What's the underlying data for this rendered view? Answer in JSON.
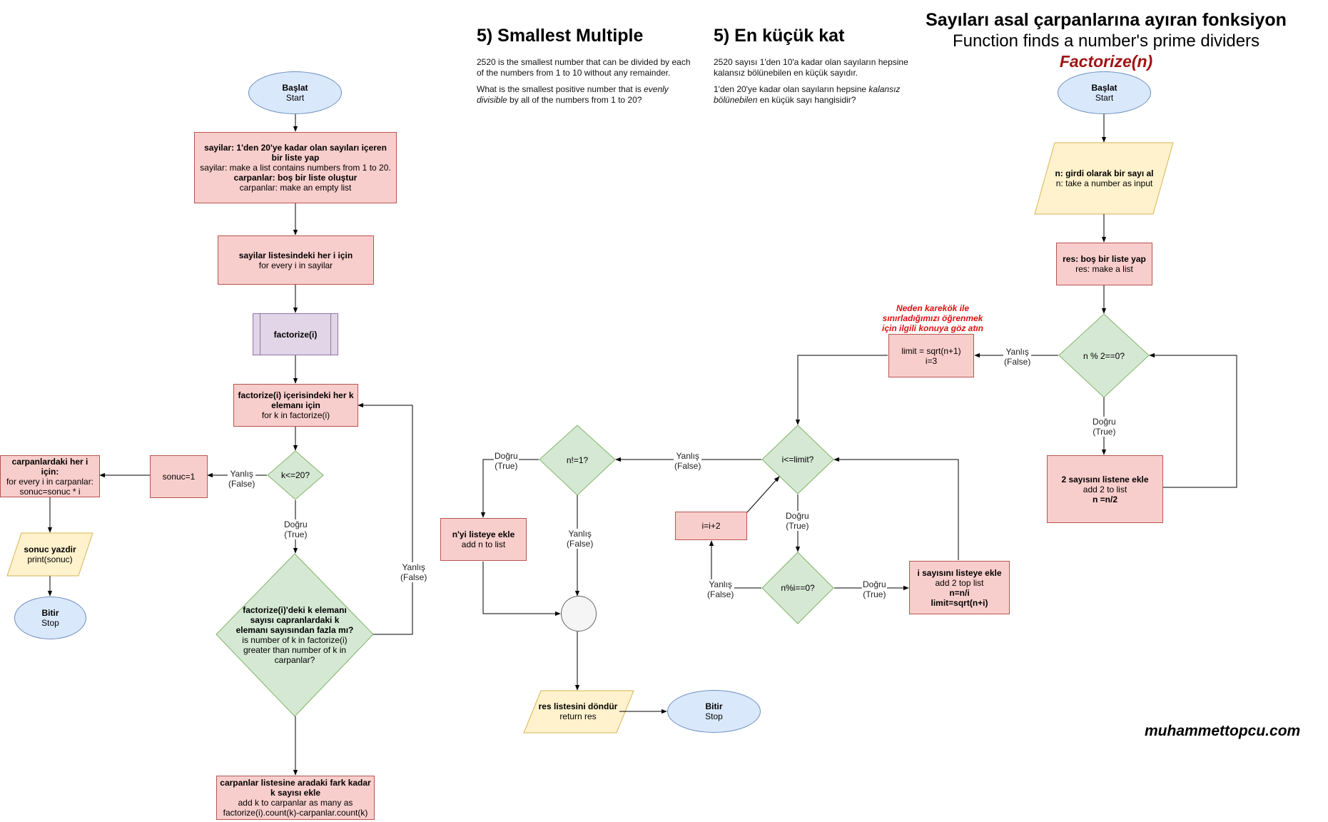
{
  "page": {
    "title_en": "5) Smallest Multiple",
    "title_tr": "5) En küçük kat",
    "desc_en_1": "2520 is the smallest number that can be divided by each of the numbers from 1 to 10 without any remainder.",
    "desc_en_2_a": "What is the smallest positive number that is ",
    "desc_en_2_em": "evenly divisible",
    "desc_en_2_b": " by all of the numbers from 1 to 20?",
    "desc_tr_1": "2520 sayısı 1'den 10'a kadar olan sayıların hepsine kalansız bölünebilen en küçük sayıdır.",
    "desc_tr_2_a": "1'den 20'ye kadar olan sayıların hepsine ",
    "desc_tr_2_em": "kalansız bölünebilen",
    "desc_tr_2_b": " en küçük sayı hangisidir?",
    "factor_header_tr": "Sayıları asal çarpanlarına ayıran fonksiyon",
    "factor_header_en": "Function finds a number's prime dividers",
    "factor_name": "Factorize(n)",
    "site": "muhammettopcu.com",
    "note_sqrt": "Neden karekök ile sınırladığımızı öğrenmek için ilgili konuya göz atın"
  },
  "colors": {
    "terminal_fill": "#dae8fc",
    "terminal_stroke": "#6c8ebf",
    "process_fill": "#f8cecc",
    "process_stroke": "#b85450",
    "decision_fill": "#d5e8d4",
    "decision_stroke": "#82b366",
    "io_fill": "#fff2cc",
    "io_stroke": "#d6b656",
    "subprocess_fill": "#e1d5e7",
    "subprocess_stroke": "#9673a6",
    "note_color": "#e01010",
    "function_name_color": "#a01414"
  },
  "main_flow": {
    "start": {
      "tr": "Başlat",
      "en": "Start"
    },
    "init": {
      "l1b": "sayilar: 1'den 20'ye kadar olan sayıları içeren bir liste yap",
      "l2": "sayilar: make a list contains numbers from 1 to 20.",
      "l3b": "carpanlar: boş bir liste oluştur",
      "l4": "carpanlar: make an empty list"
    },
    "loop_i": {
      "tr": "sayilar listesindeki her i için",
      "en": "for every i in sayilar"
    },
    "factorize_call": "factorize(i)",
    "loop_k": {
      "tr": "factorize(i) içerisindeki her k elemanı için",
      "en": "for k in factorize(i)"
    },
    "cond_k": "k<=20?",
    "cond_count": {
      "tr": "factorize(i)'deki k elemanı sayısı capranlardaki k elemanı sayısından fazla mı?",
      "en": "is number of k in factorize(i) greater than number of k in carpanlar?"
    },
    "add_k": {
      "tr": "carpanlar listesine aradaki fark kadar k sayısı ekle",
      "en": "add k to carpanlar as many as factorize(i).count(k)-carpanlar.count(k)"
    },
    "sonuc_init": "sonuc=1",
    "loop_carp": {
      "tr": "carpanlardaki her i için:",
      "en1": "for every i in carpanlar:",
      "en2": "sonuc=sonuc * i"
    },
    "print": {
      "tr": "sonuc yazdir",
      "en": "print(sonuc)"
    },
    "stop": {
      "tr": "Bitir",
      "en": "Stop"
    }
  },
  "factor_flow": {
    "start": {
      "tr": "Başlat",
      "en": "Start"
    },
    "input": {
      "tr": "n: girdi olarak bir sayı al",
      "en": "n: take a number as input"
    },
    "res": {
      "tr": "res: boş bir liste yap",
      "en": "res: make a list"
    },
    "cond_even": "n % 2==0?",
    "add2": {
      "tr": "2 sayısını listene ekle",
      "en": "add 2 to list",
      "op": "n =n/2"
    },
    "limit": {
      "l1": "limit = sqrt(n+1)",
      "l2": "i=3"
    },
    "cond_limit": "i<=limit?",
    "cond_mod": "n%i==0?",
    "add_i": {
      "tr": "i sayısını listeye ekle",
      "en": "add 2 top list",
      "op1": "n=n/i",
      "op2": "limit=sqrt(n+i)"
    },
    "inc": "i=i+2",
    "cond_n1": "n!=1?",
    "add_n": {
      "tr": "n'yi listeye ekle",
      "en": "add n to list"
    },
    "return": {
      "tr": "res listesini döndür",
      "en": "return res"
    },
    "stop": {
      "tr": "Bitir",
      "en": "Stop"
    }
  },
  "labels": {
    "yes": {
      "tr": "Doğru",
      "en": "(True)"
    },
    "no": {
      "tr": "Yanlış",
      "en": "(False)"
    }
  }
}
